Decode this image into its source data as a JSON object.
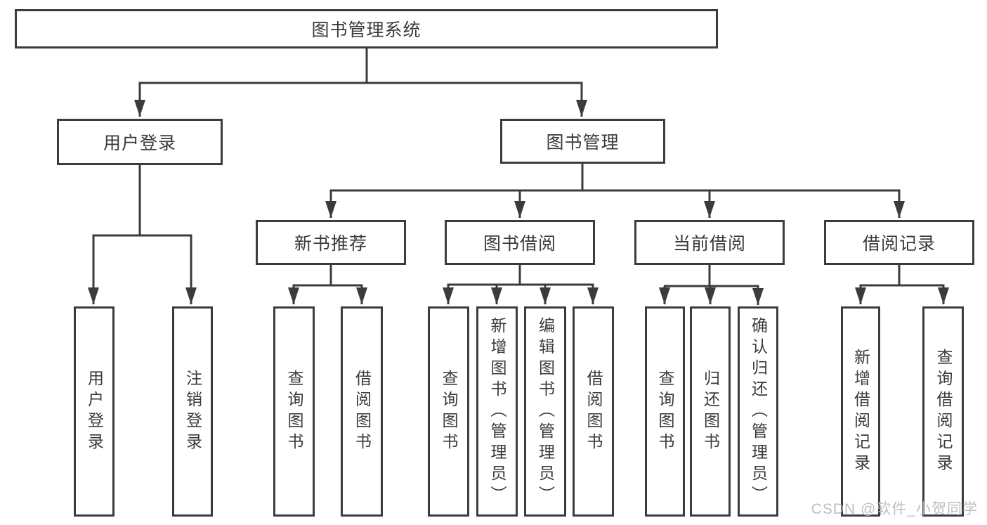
{
  "tree": {
    "root": {
      "label": "图书管理系统"
    },
    "user_login": {
      "label": "用户登录",
      "children": [
        {
          "label": "用户登录"
        },
        {
          "label": "注销登录"
        }
      ]
    },
    "book_mgmt": {
      "label": "图书管理",
      "new_book_rec": {
        "label": "新书推荐",
        "children": [
          {
            "label": "查询图书"
          },
          {
            "label": "借阅图书"
          }
        ]
      },
      "book_borrow": {
        "label": "图书借阅",
        "children": [
          {
            "label": "查询图书"
          },
          {
            "label": "新增图书（管理员）"
          },
          {
            "label": "编辑图书（管理员）"
          },
          {
            "label": "借阅图书"
          }
        ]
      },
      "current_borrow": {
        "label": "当前借阅",
        "children": [
          {
            "label": "查询图书"
          },
          {
            "label": "归还图书"
          },
          {
            "label": "确认归还（管理员）"
          }
        ]
      },
      "borrow_records": {
        "label": "借阅记录",
        "children": [
          {
            "label": "新增借阅记录"
          },
          {
            "label": "查询借阅记录"
          }
        ]
      }
    }
  },
  "colors": {
    "line": "#3b3b3b",
    "text": "#3a3a3a",
    "watermark": "#b5b5b5"
  },
  "watermark": {
    "text": "CSDN @软件_小贺同学"
  }
}
